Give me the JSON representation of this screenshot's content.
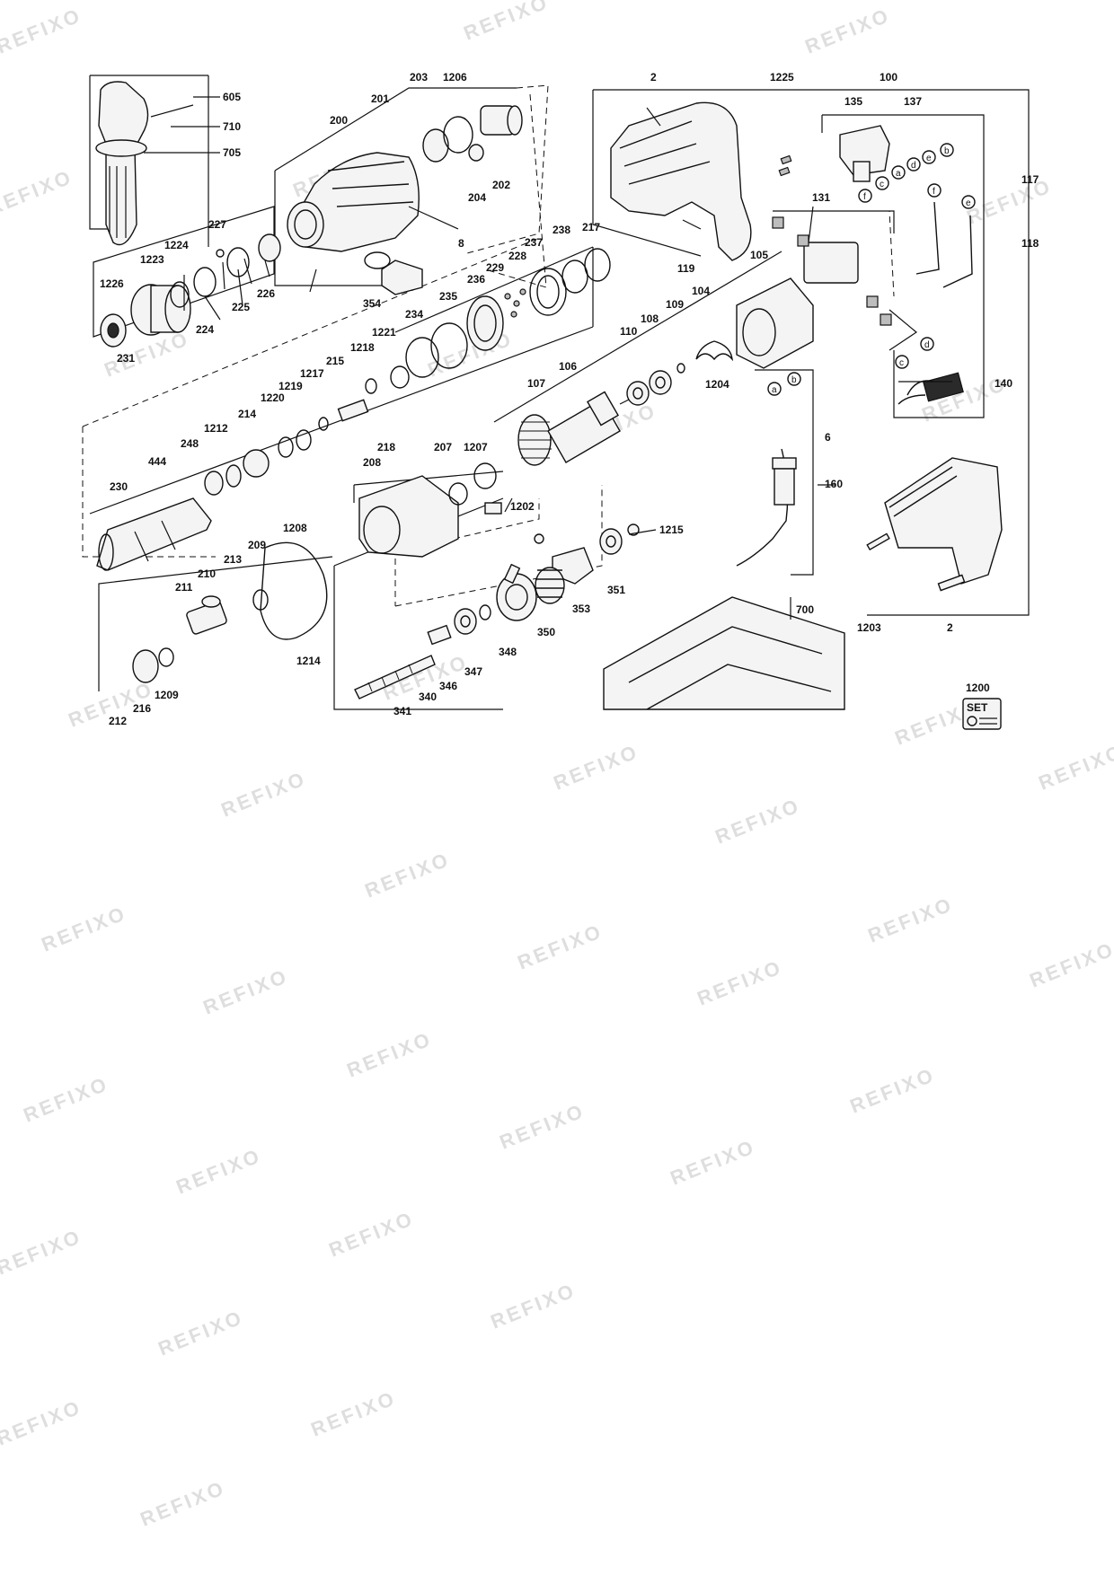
{
  "watermark": {
    "text": "REFIXO"
  },
  "callouts": {
    "c605": "605",
    "c710": "710",
    "c705": "705",
    "c203": "203",
    "c1206": "1206",
    "c201": "201",
    "c200": "200",
    "c204": "204",
    "c202": "202",
    "c8": "8",
    "c354": "354",
    "c227": "227",
    "c1224": "1224",
    "c1223": "1223",
    "c1226": "1226",
    "c224": "224",
    "c225": "225",
    "c226": "226",
    "c231": "231",
    "c2a": "2",
    "c1225": "1225",
    "c100": "100",
    "c135": "135",
    "c137": "137",
    "c117": "117",
    "c118": "118",
    "c119": "119",
    "c131": "131",
    "c140": "140",
    "c238": "238",
    "c237": "237",
    "c217": "217",
    "c228": "228",
    "c229": "229",
    "c236": "236",
    "c235": "235",
    "c234": "234",
    "c1221": "1221",
    "c1218": "1218",
    "c215": "215",
    "c1217": "1217",
    "c1219": "1219",
    "c1220": "1220",
    "c214": "214",
    "c1212": "1212",
    "c248": "248",
    "c444": "444",
    "c230": "230",
    "c105": "105",
    "c104": "104",
    "c109": "109",
    "c108": "108",
    "c110": "110",
    "c106": "106",
    "c107": "107",
    "c1204": "1204",
    "c6": "6",
    "c160": "160",
    "c218": "218",
    "c207": "207",
    "c1207": "1207",
    "c208": "208",
    "c1202": "1202",
    "c1215": "1215",
    "c1208": "1208",
    "c209": "209",
    "c213": "213",
    "c210": "210",
    "c211": "211",
    "c1209": "1209",
    "c216": "216",
    "c212": "212",
    "c351": "351",
    "c353": "353",
    "c350": "350",
    "c348": "348",
    "c347": "347",
    "c346": "346",
    "c340": "340",
    "c341": "341",
    "c1214": "1214",
    "c700": "700",
    "c1203": "1203",
    "c2b": "2",
    "c1200": "1200"
  },
  "wire_letters": {
    "a1": "a",
    "b1": "b",
    "c1": "c",
    "d1": "d",
    "e1": "e",
    "f1": "f",
    "e2": "e",
    "f2": "f",
    "a2": "a",
    "b2": "b",
    "c2": "c",
    "d2": "d"
  },
  "set_badge": {
    "text": "SET"
  }
}
